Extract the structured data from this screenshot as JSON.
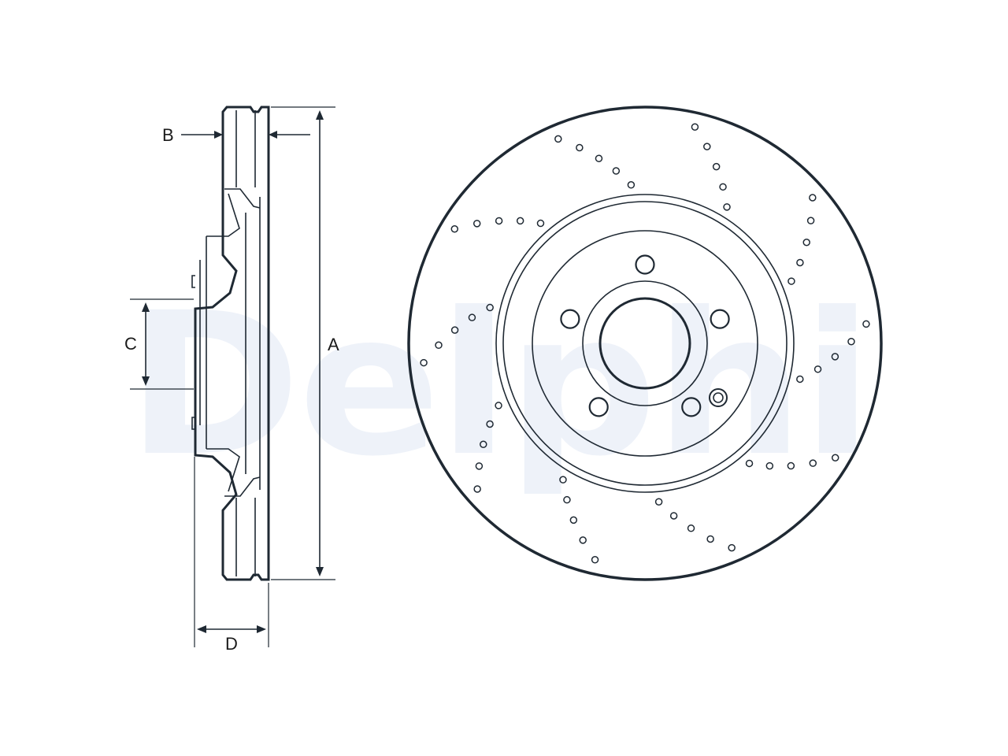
{
  "watermark": "Delphi",
  "dimensions": {
    "a": "A",
    "b": "B",
    "c": "C",
    "d": "D"
  },
  "colors": {
    "line": "#1f2933",
    "disc_section": "#e6e8ee",
    "watermark": "#eef2f9",
    "background": "#ffffff"
  },
  "rotor_face": {
    "bolt_holes": 5,
    "outer_dot_holes": 5,
    "drilled_groups": 10
  }
}
